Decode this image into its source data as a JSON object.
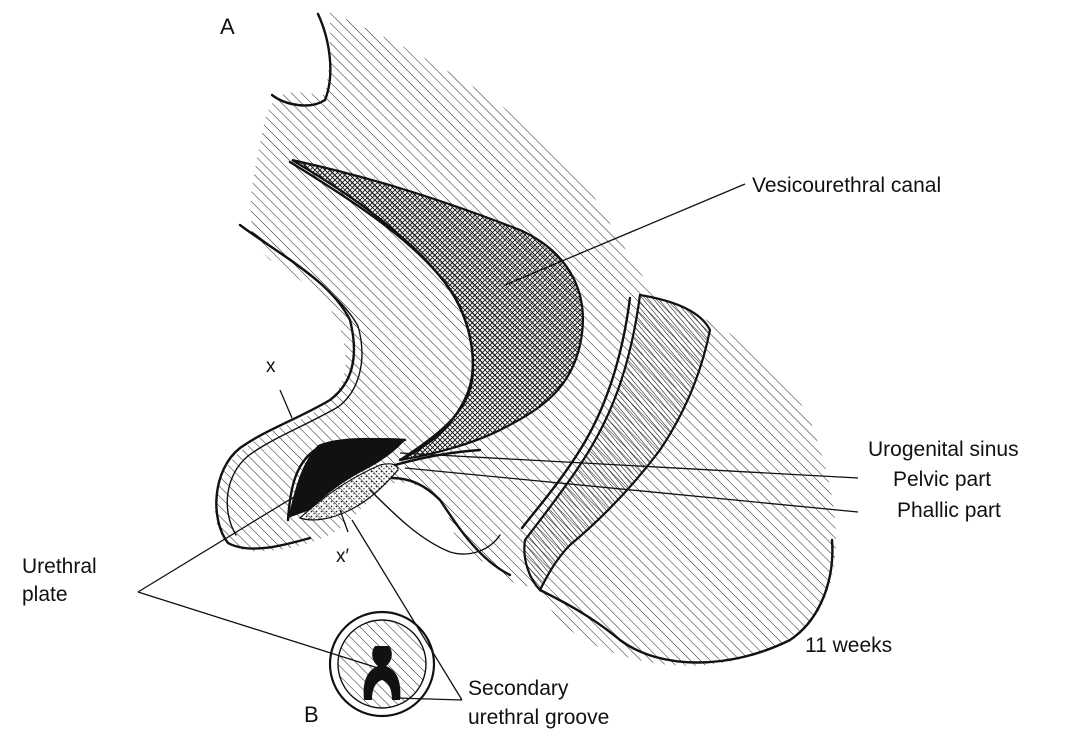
{
  "figure": {
    "panel_a": "A",
    "panel_b": "B",
    "labels": {
      "vesicourethral_canal": "Vesicourethral canal",
      "urogenital_sinus": "Urogenital sinus",
      "pelvic_part": "Pelvic part",
      "phallic_part": "Phallic part",
      "urethral_plate_line1": "Urethral",
      "urethral_plate_line2": "plate",
      "secondary_groove_line1": "Secondary",
      "secondary_groove_line2": "urethral groove",
      "stage": "11 weeks",
      "section_x": "x",
      "section_x_prime": "x′"
    }
  }
}
